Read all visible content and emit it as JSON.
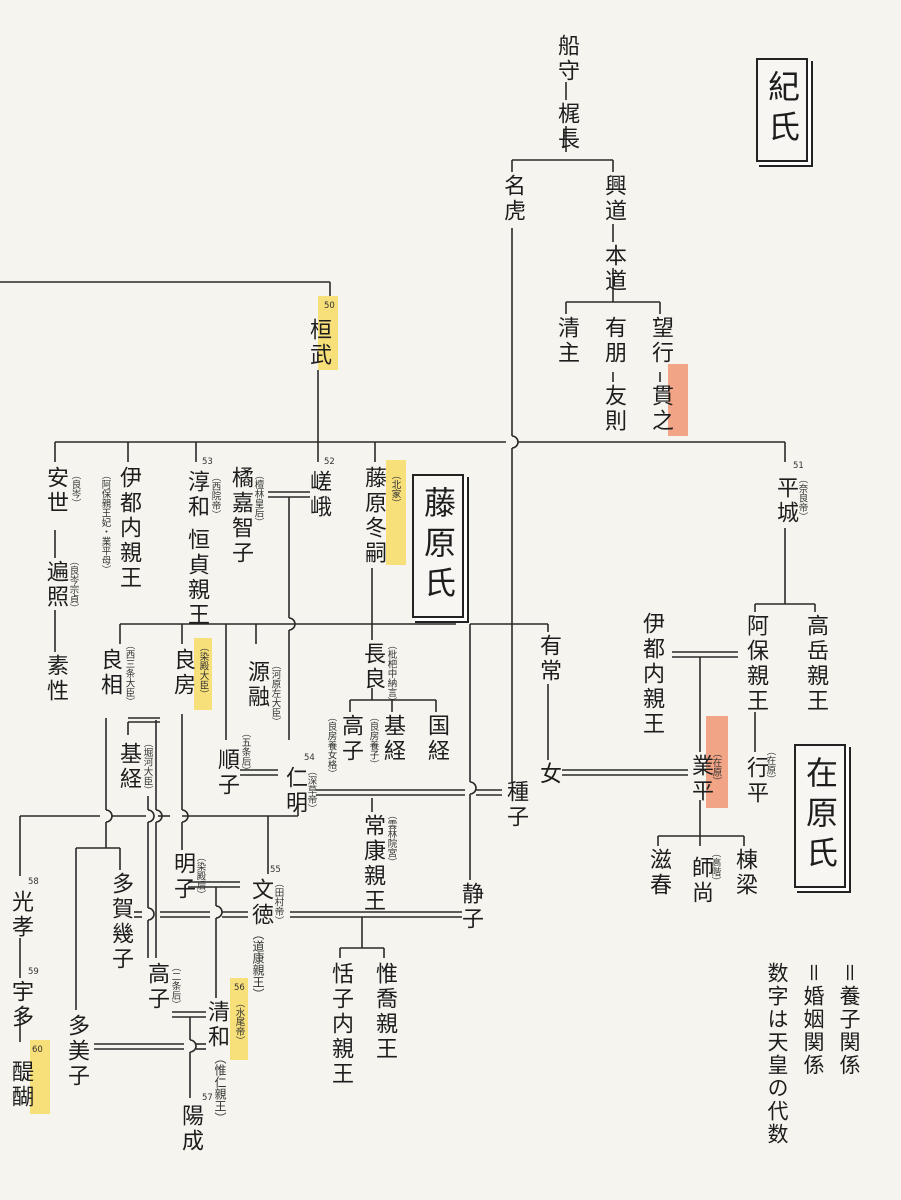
{
  "clans": {
    "ki": "紀氏",
    "fujiwara": "藤原氏",
    "ariwara": "在原氏"
  },
  "people": {
    "funamori": "船守",
    "kajinaga": "梶長",
    "natora": "名虎",
    "okimichi": "興道",
    "motomichi": "本道",
    "kiyonushi": "清主",
    "aritomo": "有朋",
    "tomonori": "友則",
    "mochiyuki": "望行",
    "tsurayuki": "貫之",
    "kanmu": "桓武",
    "yasuyo": "安世",
    "ito_naishinno": "伊都内親王",
    "junna": "淳和",
    "tachibana_kachiko": "橘嘉智子",
    "saga": "嵯峨",
    "fujiwara_fuyutsugu": "藤原冬嗣",
    "heizei": "平城",
    "henjo": "遍照",
    "sosei": "素性",
    "tsuneyo_shinno": "恒貞親王",
    "yoshimi": "良相",
    "yoshifusa": "良房",
    "minamoto_toru": "源融",
    "nagara": "長良",
    "aritsune": "有常",
    "ito_naishinno2": "伊都内親王",
    "abo_shinno": "阿保親王",
    "takaoka_shinno": "高岳親王",
    "mototsune_a": "基経",
    "takaiko": "高子",
    "mototsune_b": "基経",
    "kunitsune": "国経",
    "junshi": "順子",
    "ninmyo": "仁明",
    "taneko": "種子",
    "onna": "女",
    "narihira": "業平",
    "yukihira": "行平",
    "tsuneyasu_shinno": "常康親王",
    "koko": "光孝",
    "taga_ikushi": "多賀幾子",
    "meishi": "明子",
    "montoku": "文徳",
    "shizuko": "静子",
    "shigeharu": "滋春",
    "moronao": "師尚",
    "muneyana": "棟梁",
    "uda": "宇多",
    "takaiko2": "高子",
    "koreta_shinno": "惟喬親王",
    "yasuko_naishinno": "恬子内親王",
    "tamiko": "多美子",
    "seiwa": "清和",
    "daigo": "醍醐",
    "yozei": "陽成"
  },
  "notes": {
    "ito_mother": "阿保親王妃・業平母",
    "junna_title": "西院帝",
    "kachiko_title": "檀林皇后",
    "heizei_title": "奈良帝",
    "fuyutsugu_house": "北家",
    "yasuyo_surname": "良岑",
    "henjo_secular": "良岑宗貞",
    "yoshimi_title": "西三条大臣",
    "yoshifusa_title": "染殿大臣",
    "nagara_title": "枇杷中納言",
    "toru_title": "河原左大臣",
    "mototsune_title": "堀河大臣",
    "mototsune_adopted": "良房養子",
    "takaiko_adopted": "良房養女格",
    "junshi_title": "五条后",
    "ninmyo_title": "深草帝",
    "yukihira_surname": "在原",
    "narihira_surname": "在原",
    "tsuneyasu_title": "雲林院宮",
    "moronao_surname": "高階",
    "meishi_title": "染殿后",
    "montoku_title": "田村帝",
    "montoku_name": "道康親王",
    "takaiko_title": "二条后",
    "seiwa_title": "水尾帝",
    "seiwa_name": "惟仁親王"
  },
  "emperor_numbers": {
    "kanmu": "50",
    "heizei": "51",
    "saga": "52",
    "junna": "53",
    "ninmyo": "54",
    "montoku": "55",
    "seiwa": "56",
    "yozei": "57",
    "koko": "58",
    "uda": "59",
    "daigo": "60"
  },
  "legend": {
    "adoption": "＝養子関係",
    "marriage": "＝婚姻関係",
    "numbers": "数字は天皇の代数"
  },
  "colors": {
    "highlight_yellow": "#f7df7a",
    "highlight_salmon": "#f2a486",
    "line": "#2a2a2a",
    "paper": "#f5f4ef"
  }
}
